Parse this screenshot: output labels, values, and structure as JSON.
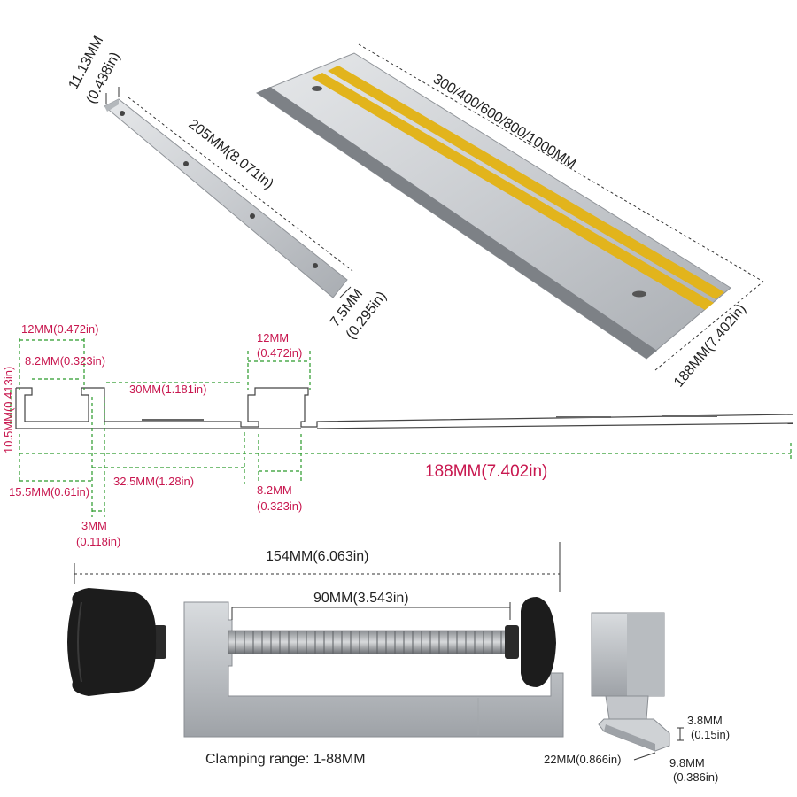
{
  "colors": {
    "dimension_red": "#c8174f",
    "dimension_green": "#2a9a2a",
    "aluminum": "#c9ccd0",
    "yellow_strip": "#e2b41c",
    "knob_black": "#1c1c1c"
  },
  "miter_bar": {
    "width": "11.13MM",
    "width_in": "(0.438in)",
    "length": "205MM(8.071in)",
    "height": "7.5MM",
    "height_in": "(0.295in)"
  },
  "guide_rail": {
    "lengths": "300/400/600/800/1000MM",
    "width": "188MM(7.402in)"
  },
  "profile": {
    "slot_width_left": "12MM(0.472in)",
    "slot_inner_left": "8.2MM(0.323in)",
    "slot_height": "10.5MM(0.413in)",
    "slot_gap": "30MM(1.181in)",
    "slot_width_right": "12MM",
    "slot_width_right_in": "(0.472in)",
    "total_width": "188MM(7.402in)",
    "left_offset": "15.5MM(0.61in)",
    "center_offset": "32.5MM(1.28in)",
    "slot_inner_right": "8.2MM",
    "slot_inner_right_in": "(0.323in)",
    "lip": "3MM",
    "lip_in": "(0.118in)"
  },
  "clamp": {
    "overall": "154MM(6.063in)",
    "screw": "90MM(3.543in)",
    "caption": "Clamping range: 1-88MM"
  },
  "tslider": {
    "height": "3.8MM",
    "height_in": "(0.15in)",
    "length": "22MM(0.866in)",
    "width": "9.8MM",
    "width_in": "(0.386in)"
  }
}
